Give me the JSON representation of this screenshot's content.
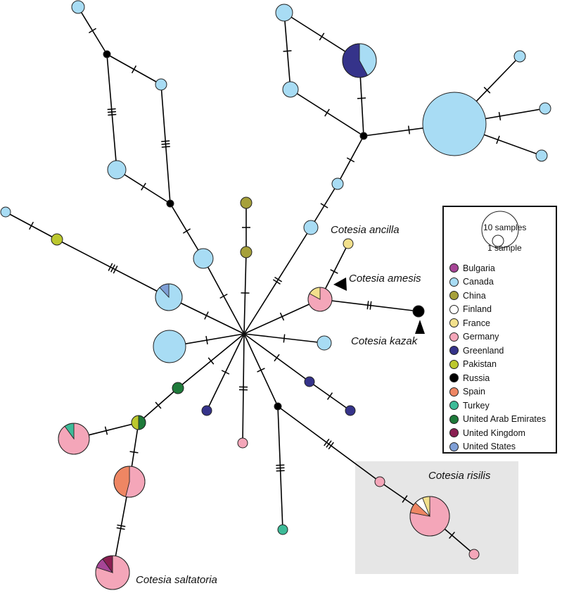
{
  "colors": {
    "bulgaria": "#a64596",
    "canada": "#a8dcf4",
    "china": "#a6a03a",
    "finland": "#ffffff",
    "france": "#f2e08c",
    "germany": "#f4a6b9",
    "greenland": "#35338a",
    "pakistan": "#bcc82e",
    "russia": "#000000",
    "spain": "#ee8663",
    "turkey": "#3dbb98",
    "uae": "#1e7a3a",
    "uk": "#8a1f52",
    "usa": "#7f9fd6",
    "highlight_box": "#e6e6e6",
    "edge": "#000000"
  },
  "labels": {
    "ancilla": "Cotesia ancilla",
    "amesis": "Cotesia amesis",
    "kazak": "Cotesia kazak",
    "risilis": "Cotesia risilis",
    "saltatoria": "Cotesia saltatoria"
  },
  "legend": {
    "size_large": "10 samples",
    "size_small": "1 sample",
    "items": [
      {
        "label": "Bulgaria",
        "color": "#a64596"
      },
      {
        "label": "Canada",
        "color": "#a8dcf4"
      },
      {
        "label": "China",
        "color": "#a6a03a"
      },
      {
        "label": "Finland",
        "color": "#ffffff"
      },
      {
        "label": "France",
        "color": "#f2e08c"
      },
      {
        "label": "Germany",
        "color": "#f4a6b9"
      },
      {
        "label": "Greenland",
        "color": "#35338a"
      },
      {
        "label": "Pakistan",
        "color": "#bcc82e"
      },
      {
        "label": "Russia",
        "color": "#000000"
      },
      {
        "label": "Spain",
        "color": "#ee8663"
      },
      {
        "label": "Turkey",
        "color": "#3dbb98"
      },
      {
        "label": "United Arab Emirates",
        "color": "#1e7a3a"
      },
      {
        "label": "United Kingdom",
        "color": "#8a1f52"
      },
      {
        "label": "United States",
        "color": "#7f9fd6"
      }
    ]
  }
}
